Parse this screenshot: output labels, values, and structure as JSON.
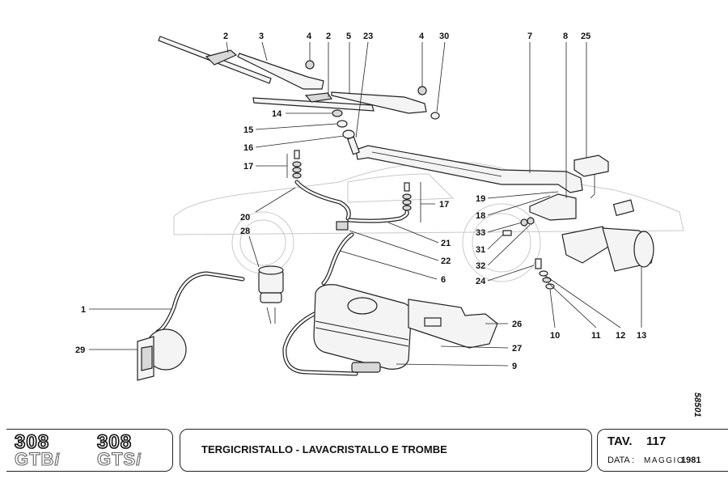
{
  "diagram": {
    "part_labels": {
      "p1": "1",
      "p2a": "2",
      "p2b": "2",
      "p3": "3",
      "p4a": "4",
      "p4b": "4",
      "p5": "5",
      "p6": "6",
      "p7": "7",
      "p8": "8",
      "p9": "9",
      "p10": "10",
      "p11": "11",
      "p12": "12",
      "p13": "13",
      "p14": "14",
      "p15": "15",
      "p16": "16",
      "p17a": "17",
      "p17b": "17",
      "p18": "18",
      "p19": "19",
      "p20": "20",
      "p21": "21",
      "p22": "22",
      "p23": "23",
      "p24": "24",
      "p25": "25",
      "p26": "26",
      "p27": "27",
      "p28": "28",
      "p29": "29",
      "p30": "30",
      "p31": "31",
      "p32": "32",
      "p33": "33"
    },
    "document_number": "58501"
  },
  "title_block": {
    "logos": [
      {
        "number": "308",
        "model": "GTB",
        "suffix": "i"
      },
      {
        "number": "308",
        "model": "GTS",
        "suffix": "i"
      }
    ],
    "title": "TERGICRISTALLO - LAVACRISTALLO E TROMBE",
    "tav_label": "TAV.",
    "tav_number": "117",
    "date_label": "DATA :",
    "date_month": "MAGGIO",
    "date_year": "1981"
  }
}
